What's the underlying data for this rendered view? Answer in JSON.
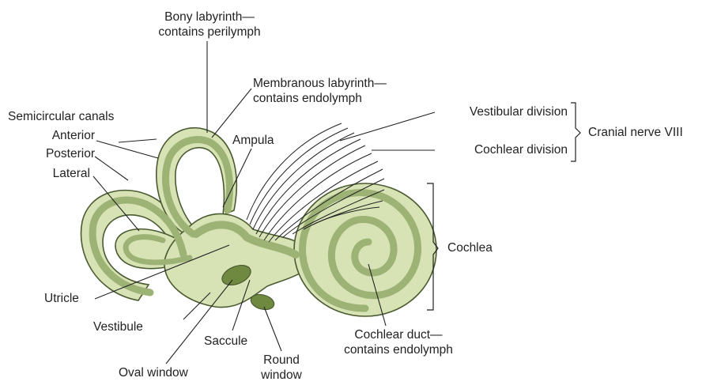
{
  "labels": {
    "bony_labyrinth": {
      "line1": "Bony labyrinth—",
      "line2": "contains perilymph"
    },
    "membranous_labyrinth": {
      "line1": "Membranous labyrinth—",
      "line2": "contains endolymph"
    },
    "semicircular_canals": "Semicircular canals",
    "anterior": "Anterior",
    "posterior": "Posterior",
    "lateral": "Lateral",
    "ampula": "Ampula",
    "vestibular_division": "Vestibular division",
    "cochlear_division": "Cochlear division",
    "cranial_nerve": "Cranial nerve VIII",
    "cochlea": "Cochlea",
    "utricle": "Utricle",
    "vestibule": "Vestibule",
    "saccule": "Saccule",
    "oval_window": "Oval window",
    "round_window": {
      "line1": "Round",
      "line2": "window"
    },
    "cochlear_duct": {
      "line1": "Cochlear duct—",
      "line2": "contains endolymph"
    }
  },
  "colors": {
    "bony": "#d7e3b5",
    "membranous": "#9db275",
    "window": "#6f8a40",
    "outline": "#4a5a30",
    "line": "#222222"
  }
}
